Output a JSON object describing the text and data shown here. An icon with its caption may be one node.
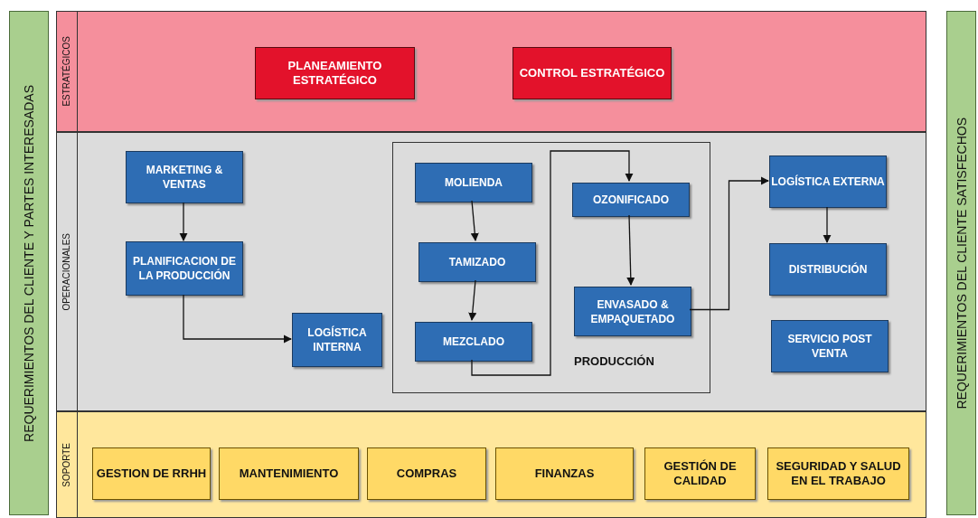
{
  "diagram": {
    "nodes": [
      {
        "text": [
          "REQUERIMIENTOS DEL CLIENTE Y PARTES INTERESADAS"
        ]
      },
      {
        "text": [
          "ESTRATÉGICOS"
        ]
      },
      {
        "text": [
          "PLANEAMIENTO ESTRATÉGICO"
        ],
        "in": 1
      },
      {
        "text": [
          "CONTROL ESTRATÉGICO"
        ],
        "in": 1
      },
      {
        "text": [
          "OPERACIONALES"
        ]
      },
      {
        "text": [
          "MARKETING & VENTAS"
        ],
        "in": 4
      },
      {
        "text": [
          "PLANIFICACION DE LA PRODUCCIÓN"
        ],
        "in": 4
      },
      {
        "text": [
          "LOGÍSTICA INTERNA"
        ],
        "in": 4
      },
      {
        "text": [
          "PRODUCCIÓN"
        ],
        "in": 4
      },
      {
        "text": [
          "MOLIENDA"
        ],
        "in": 8
      },
      {
        "text": [
          "TAMIZADO"
        ],
        "in": 8
      },
      {
        "text": [
          "MEZCLADO"
        ],
        "in": 8
      },
      {
        "text": [
          "OZONIFICADO"
        ],
        "in": 8
      },
      {
        "text": [
          "ENVASADO & EMPAQUETADO"
        ],
        "in": 8
      },
      {
        "text": [
          "LOGÍSTICA EXTERNA"
        ],
        "in": 4
      },
      {
        "text": [
          "DISTRIBUCIÓN"
        ],
        "in": 4
      },
      {
        "text": [
          "SERVICIO POST VENTA"
        ],
        "in": 4
      },
      {
        "text": [
          "SOPORTE"
        ]
      },
      {
        "text": [
          "GESTION DE RRHH"
        ],
        "in": 17
      },
      {
        "text": [
          "MANTENIMIENTO"
        ],
        "in": 17
      },
      {
        "text": [
          "COMPRAS"
        ],
        "in": 17
      },
      {
        "text": [
          "FINANZAS"
        ],
        "in": 17
      },
      {
        "text": [
          "GESTIÓN DE CALIDAD"
        ],
        "in": 17
      },
      {
        "text": [
          "SEGURIDAD Y SALUD EN EL TRABAJO"
        ],
        "in": 17
      },
      {
        "text": [
          "REQUERIMIENTOS DEL CLIENTE SATISFECHOS"
        ]
      }
    ],
    "edges": [
      {
        "from": 5,
        "to": 6,
        "arrow": "to"
      },
      {
        "from": 6,
        "to": 7,
        "arrow": "to"
      },
      {
        "from": 9,
        "to": 10,
        "arrow": "to"
      },
      {
        "from": 10,
        "to": 11,
        "arrow": "to"
      },
      {
        "from": 11,
        "to": 12,
        "arrow": "to"
      },
      {
        "from": 12,
        "to": 13,
        "arrow": "to"
      },
      {
        "from": 13,
        "to": 14,
        "arrow": "to"
      },
      {
        "from": 14,
        "to": 15,
        "arrow": "to"
      }
    ]
  }
}
